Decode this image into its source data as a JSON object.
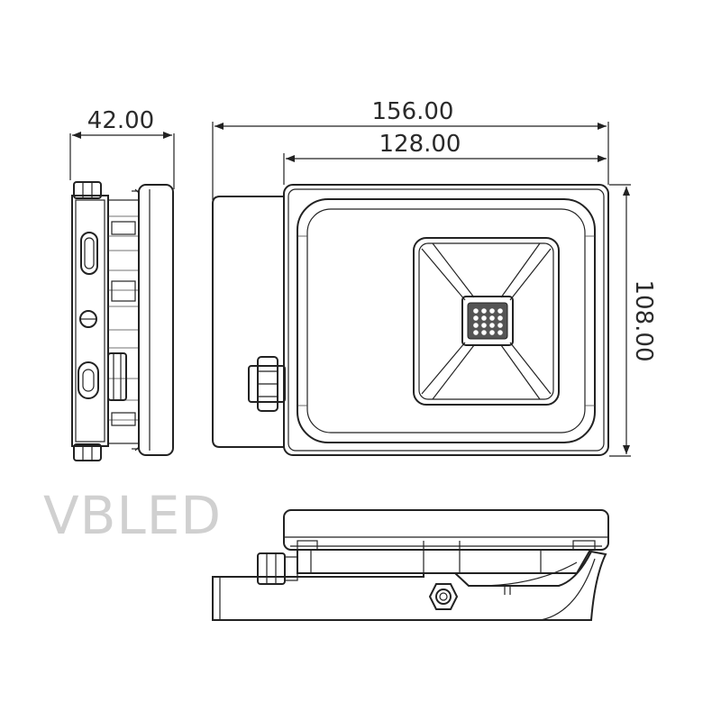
{
  "dimensions": {
    "depth": "42.00",
    "total_width": "156.00",
    "body_width": "128.00",
    "height": "108.00"
  },
  "brand": {
    "logo_text": "VBLED"
  },
  "colors": {
    "line": "#222222",
    "logo": "#d0d0d0",
    "led_chip": "#555555"
  }
}
